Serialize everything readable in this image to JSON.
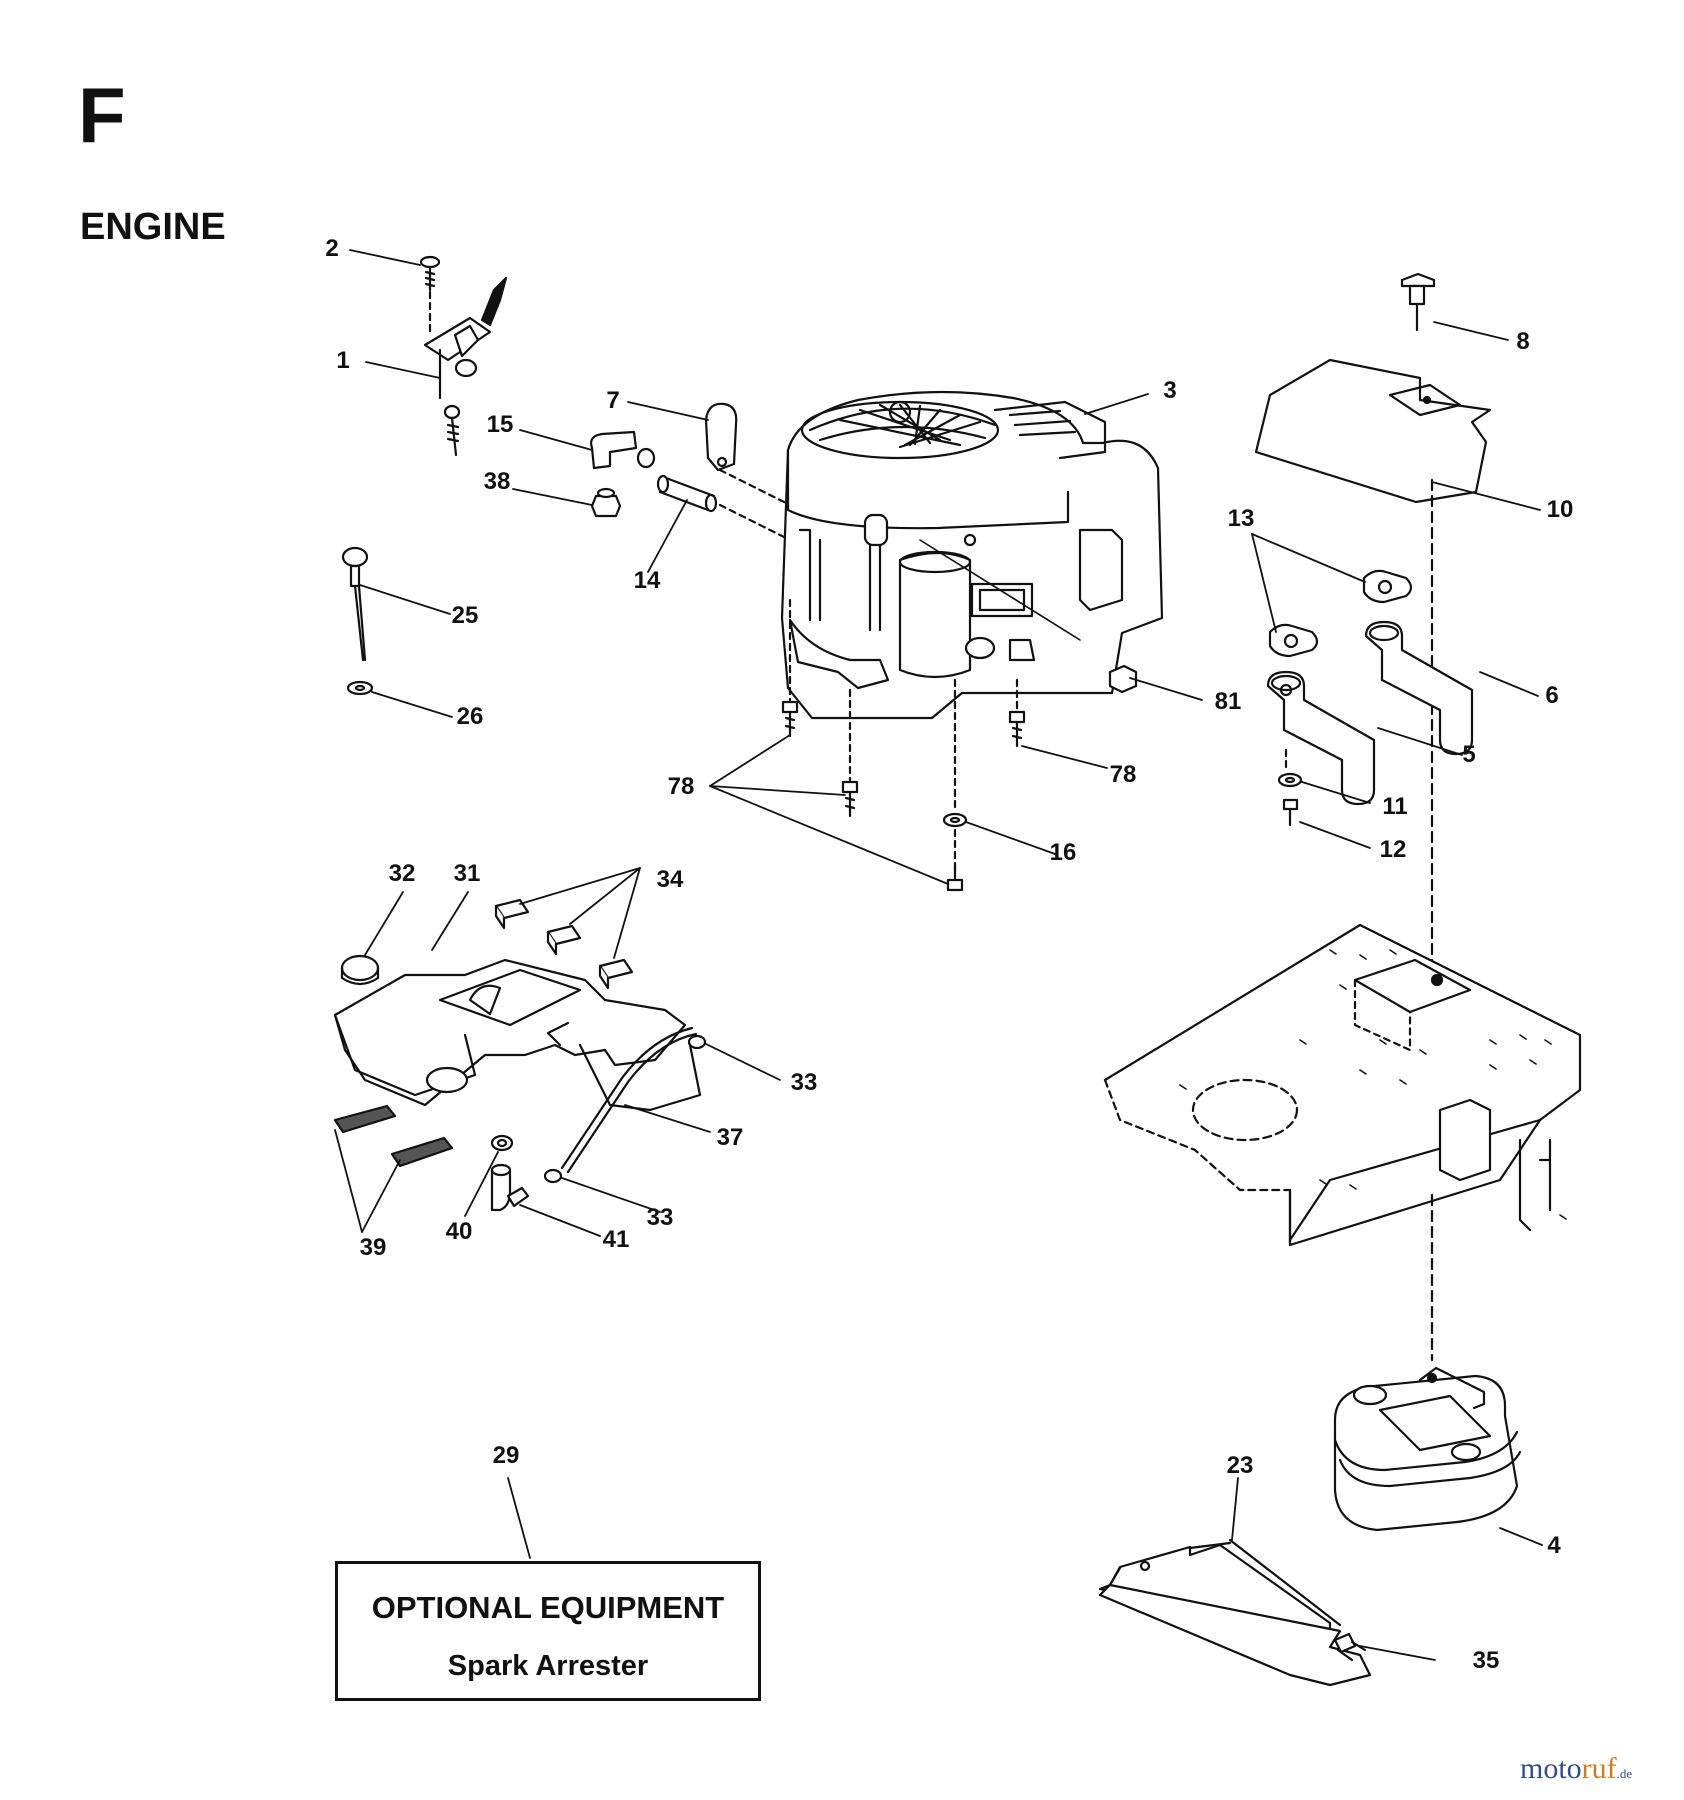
{
  "header": {
    "section_letter": "F",
    "section_title": "ENGINE"
  },
  "callouts": [
    "1",
    "2",
    "3",
    "4",
    "5",
    "6",
    "7",
    "8",
    "10",
    "11",
    "12",
    "13",
    "14",
    "15",
    "16",
    "23",
    "25",
    "26",
    "29",
    "31",
    "32",
    "33",
    "33",
    "34",
    "35",
    "37",
    "38",
    "39",
    "40",
    "41",
    "78",
    "78",
    "81"
  ],
  "optional_box": {
    "title": "OPTIONAL EQUIPMENT",
    "subtitle": "Spark Arrester"
  },
  "watermark": {
    "part1": "moto",
    "part2": "ruf",
    "part3": ".de"
  }
}
